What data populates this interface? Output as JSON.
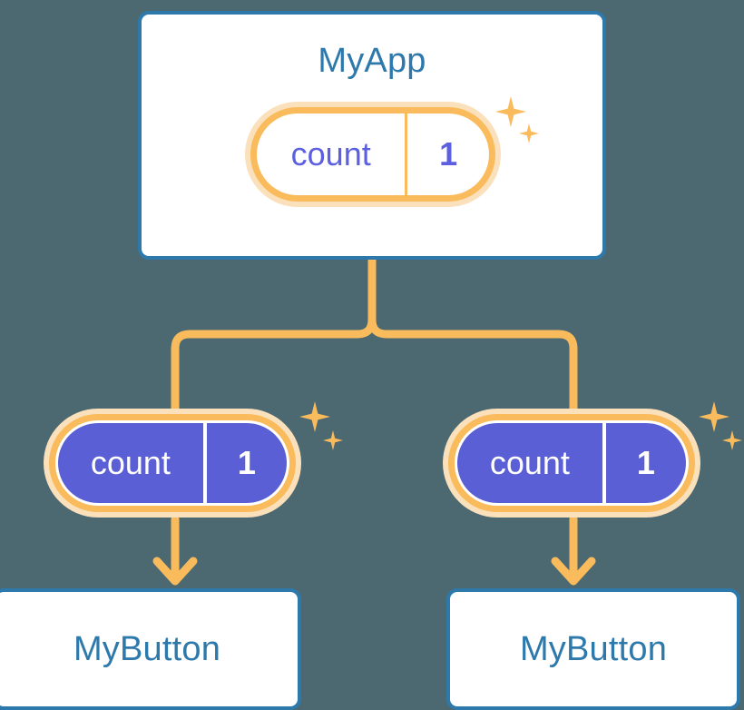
{
  "diagram": {
    "background_color": "#4C6870",
    "accent_orange": "#F9BB5C",
    "accent_peach": "#FBE0BC",
    "accent_blue": "#2E79AC",
    "accent_purple": "#5B5FD6",
    "value_text_color": "#5B5FE0"
  },
  "root": {
    "title": "MyApp",
    "state": {
      "key": "count",
      "value": "1"
    }
  },
  "children": [
    {
      "state": {
        "key": "count",
        "value": "1"
      },
      "title": "MyButton"
    },
    {
      "state": {
        "key": "count",
        "value": "1"
      },
      "title": "MyButton"
    }
  ],
  "icons": {
    "sparkle_large": "sparkle-large-icon",
    "sparkle_small": "sparkle-small-icon",
    "arrow_down": "arrow-down-icon",
    "branch_connector": "branch-connector-icon"
  }
}
